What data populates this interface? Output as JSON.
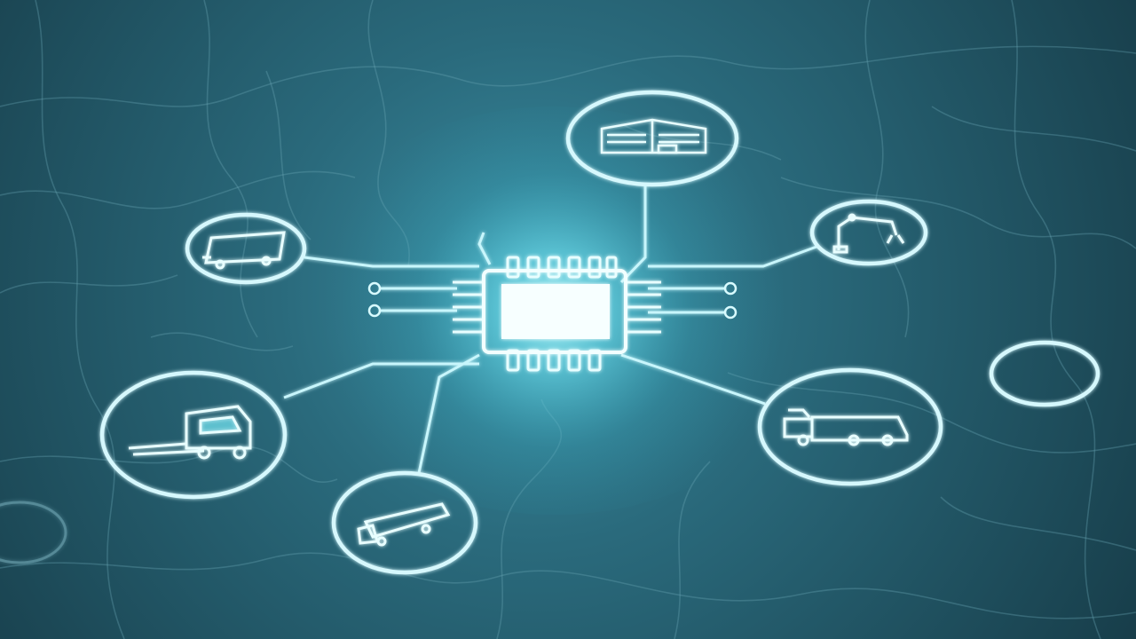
{
  "scene": {
    "colors": {
      "background_dark": "#163a46",
      "background_mid": "#24596a",
      "glow": "#7ff4ff",
      "line": "#bff4fb",
      "road": "#5f9bab"
    },
    "hub": {
      "icon": "microchip-icon"
    },
    "nodes": [
      {
        "id": "warehouse",
        "icon": "warehouse-icon"
      },
      {
        "id": "robot-arm",
        "icon": "robot-arm-icon"
      },
      {
        "id": "empty-circle",
        "icon": ""
      },
      {
        "id": "delivery-truck",
        "icon": "delivery-truck-icon"
      },
      {
        "id": "semi-truck",
        "icon": "semi-truck-icon"
      },
      {
        "id": "truck-cab",
        "icon": "truck-cab-icon"
      },
      {
        "id": "trailer",
        "icon": "trailer-icon"
      }
    ]
  }
}
